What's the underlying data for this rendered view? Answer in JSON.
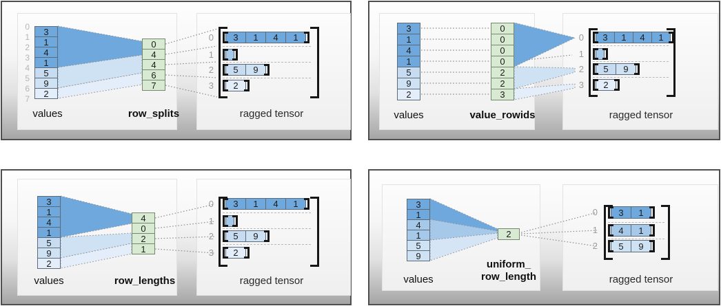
{
  "colors": {
    "cell_dark": "#6fa8dc",
    "cell_medium": "#a6c9ea",
    "cell_light": "#cfe2f3",
    "cell_faint": "#e4eefa",
    "param_green": "#d9ead3"
  },
  "panels": [
    {
      "id": "row_splits",
      "values_label": "values",
      "param_label": "row_splits",
      "tensor_label": "ragged tensor",
      "value_indices": [
        "0",
        "1",
        "2",
        "3",
        "4",
        "5",
        "6",
        "7"
      ],
      "values": [
        "3",
        "1",
        "4",
        "1",
        "5",
        "9",
        "2"
      ],
      "param_cells": [
        "0",
        "4",
        "4",
        "6",
        "7"
      ],
      "tensor": {
        "row_labels": [
          "0",
          "1",
          "2",
          "3"
        ],
        "rows": [
          [
            "3",
            "1",
            "4",
            "1"
          ],
          [],
          [
            "5",
            "9"
          ],
          [
            "2"
          ]
        ]
      }
    },
    {
      "id": "value_rowids",
      "values_label": "values",
      "param_label": "value_rowids",
      "tensor_label": "ragged tensor",
      "values": [
        "3",
        "1",
        "4",
        "1",
        "5",
        "9",
        "2"
      ],
      "param_cells": [
        "0",
        "0",
        "0",
        "0",
        "2",
        "2",
        "3"
      ],
      "tensor": {
        "row_labels": [
          "0",
          "1",
          "2",
          "3"
        ],
        "rows": [
          [
            "3",
            "1",
            "4",
            "1"
          ],
          [],
          [
            "5",
            "9"
          ],
          [
            "2"
          ]
        ]
      }
    },
    {
      "id": "row_lengths",
      "values_label": "values",
      "param_label": "row_lengths",
      "tensor_label": "ragged tensor",
      "values": [
        "3",
        "1",
        "4",
        "1",
        "5",
        "9",
        "2"
      ],
      "param_cells": [
        "4",
        "0",
        "2",
        "1"
      ],
      "tensor": {
        "row_labels": [
          "0",
          "1",
          "2",
          "3"
        ],
        "rows": [
          [
            "3",
            "1",
            "4",
            "1"
          ],
          [],
          [
            "5",
            "9"
          ],
          [
            "2"
          ]
        ]
      }
    },
    {
      "id": "uniform_row_length",
      "values_label": "values",
      "param_label_line1": "uniform_",
      "param_label_line2": "row_length",
      "tensor_label": "ragged tensor",
      "values": [
        "3",
        "1",
        "4",
        "1",
        "5",
        "9"
      ],
      "param_cells": [
        "2"
      ],
      "tensor": {
        "row_labels": [
          "0",
          "1",
          "2"
        ],
        "rows": [
          [
            "3",
            "1"
          ],
          [
            "4",
            "1"
          ],
          [
            "5",
            "9"
          ]
        ]
      }
    }
  ]
}
